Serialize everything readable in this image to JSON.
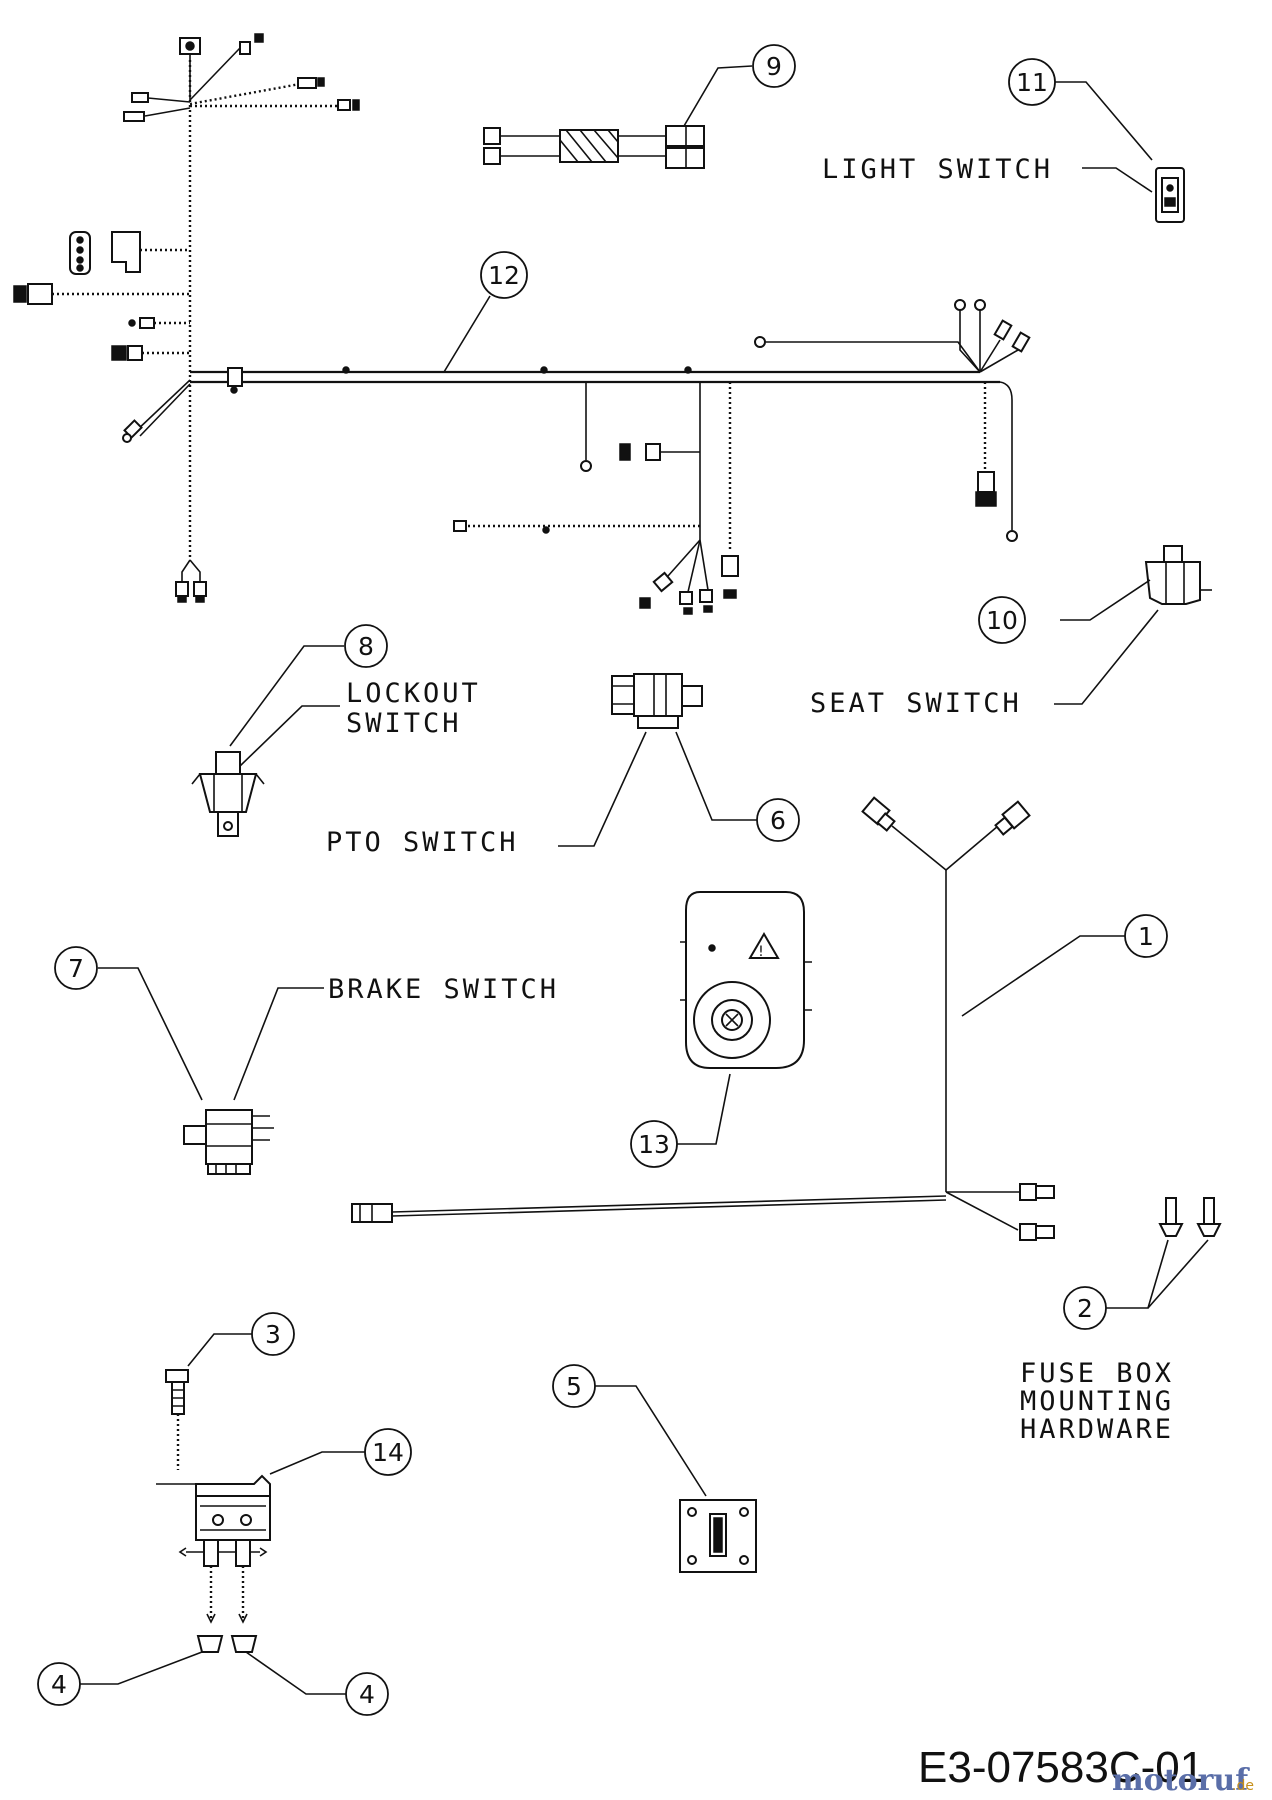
{
  "callouts": {
    "c1": "1",
    "c2": "2",
    "c3": "3",
    "c4a": "4",
    "c4b": "4",
    "c5": "5",
    "c6": "6",
    "c7": "7",
    "c8": "8",
    "c9": "9",
    "c10": "10",
    "c11": "11",
    "c12": "12",
    "c13": "13",
    "c14": "14"
  },
  "labels": {
    "light_switch": "LIGHT SWITCH",
    "lockout_1": "LOCKOUT",
    "lockout_2": "SWITCH",
    "seat_switch": "SEAT SWITCH",
    "pto_switch": "PTO SWITCH",
    "brake_switch": "BRAKE SWITCH",
    "fuse_1": "FUSE BOX",
    "fuse_2": "MOUNTING",
    "fuse_3": "HARDWARE"
  },
  "drawing_code": "E3-07583C-01",
  "watermark": {
    "brand": "motoruf",
    "tld": ".de"
  }
}
